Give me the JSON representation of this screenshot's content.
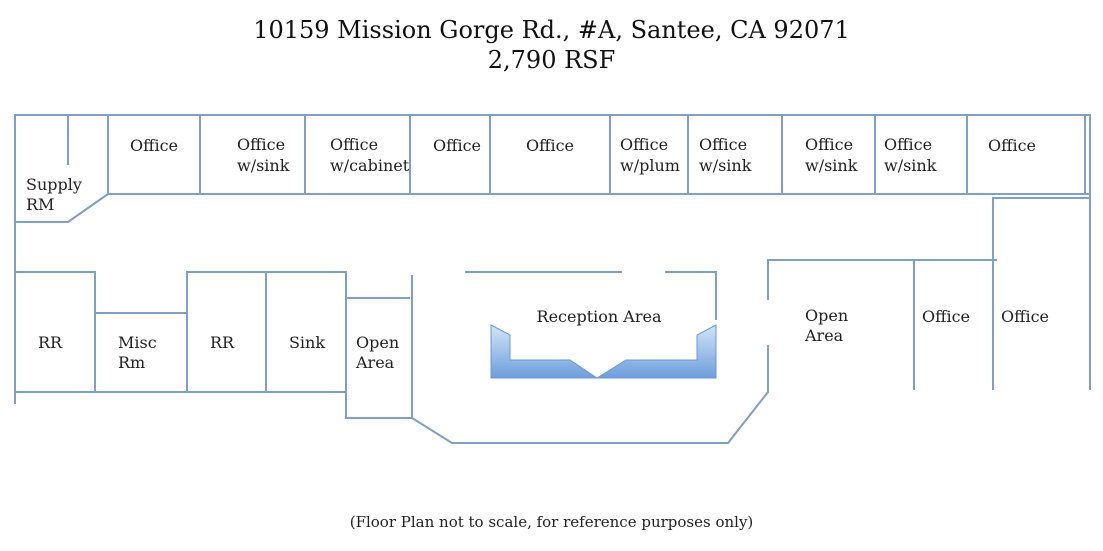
{
  "header": {
    "address": "10159 Mission Gorge Rd., #A, Santee, CA 92071",
    "area": "2,790 RSF"
  },
  "rooms": {
    "supply_rm": [
      "Supply",
      "RM"
    ],
    "office_1": [
      "Office"
    ],
    "office_sink_1": [
      "Office",
      "w/sink"
    ],
    "office_cabinet": [
      "Office",
      "w/cabinet"
    ],
    "office_2": [
      "Office"
    ],
    "office_3": [
      "Office"
    ],
    "office_plum": [
      "Office",
      "w/plum"
    ],
    "office_sink_2": [
      "Office",
      "w/sink"
    ],
    "office_sink_3": [
      "Office",
      "w/sink"
    ],
    "office_sink_4": [
      "Office",
      "w/sink"
    ],
    "office_4": [
      "Office"
    ],
    "rr_1": [
      "RR"
    ],
    "misc_rm": [
      "Misc",
      "Rm"
    ],
    "rr_2": [
      "RR"
    ],
    "sink": [
      "Sink"
    ],
    "open_area_1": [
      "Open",
      "Area"
    ],
    "reception": [
      "Reception Area"
    ],
    "open_area_2": [
      "Open",
      "Area"
    ],
    "office_5": [
      "Office"
    ],
    "office_6": [
      "Office"
    ]
  },
  "footnote": "(Floor Plan not to scale, for reference purposes only)",
  "colors": {
    "wall": "#7f9fc8",
    "desk_light": "#c6dcf5",
    "desk_dark": "#6f9fdc"
  }
}
